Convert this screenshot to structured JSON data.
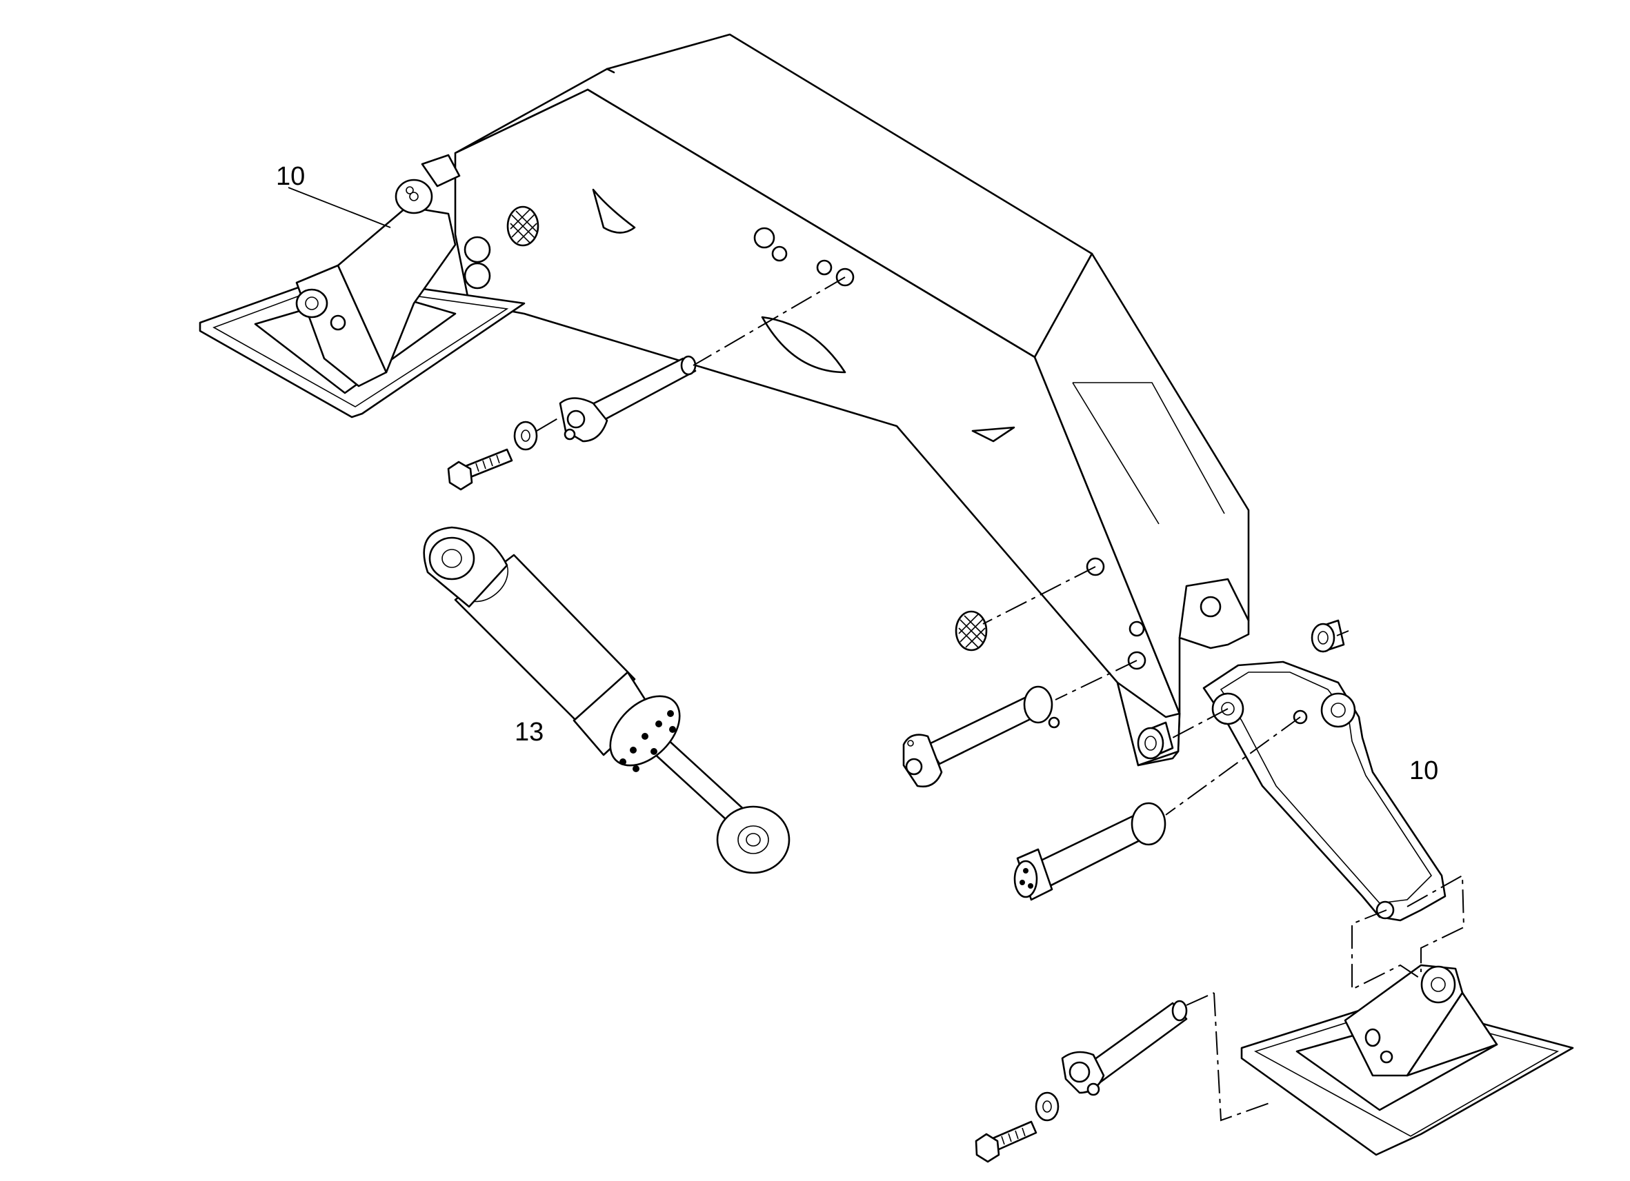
{
  "callouts": [
    {
      "id": "boom-assembly",
      "label": "10"
    },
    {
      "id": "lift-cylinder",
      "label": "13"
    },
    {
      "id": "link-arm",
      "label": "10"
    }
  ]
}
